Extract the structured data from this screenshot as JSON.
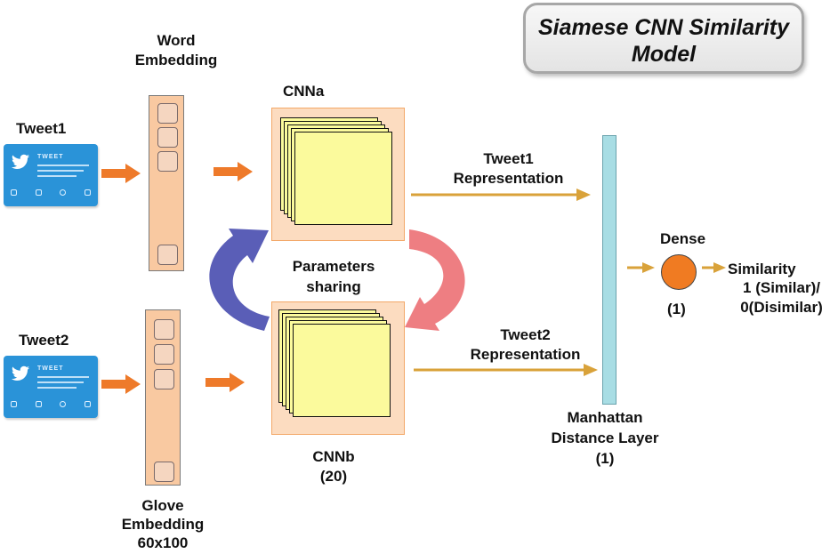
{
  "title": "Siamese CNN Similarity Model",
  "labels": {
    "word_embedding": "Word Embedding",
    "glove_embedding_1": "Glove",
    "glove_embedding_2": "Embedding",
    "glove_embedding_3": "60x100",
    "tweet1": "Tweet1",
    "tweet2": "Tweet2",
    "tweet_card_title": "TWEET",
    "cnna": "CNNa",
    "cnnb": "CNNb",
    "cnnb_count": "(20)",
    "parameters_1": "Parameters",
    "parameters_2": "sharing",
    "tweet1_rep_1": "Tweet1",
    "tweet1_rep_2": "Representation",
    "tweet2_rep_1": "Tweet2",
    "tweet2_rep_2": "Representation",
    "manhattan_1": "Manhattan",
    "manhattan_2": "Distance Layer",
    "manhattan_3": "(1)",
    "dense": "Dense",
    "dense_count": "(1)",
    "similarity_1": "Similarity",
    "similarity_2": "1 (Similar)/",
    "similarity_3": "0(Disimilar)"
  },
  "colors": {
    "orange_arrow": "#ee7a2a",
    "gold_arrow": "#d9a23a",
    "blue_curve": "#5a5eb7",
    "pink_curve": "#ee7e82",
    "tweet_card": "#2a93d8",
    "embedding": "#f9c9a1",
    "cnn_sheet": "#fbfa9c",
    "distance_bar": "#a8dde4",
    "dense_node": "#f07b22"
  },
  "icons": [
    "twitter-bird-icon",
    "reply-icon",
    "retweet-icon",
    "like-icon",
    "share-icon"
  ]
}
